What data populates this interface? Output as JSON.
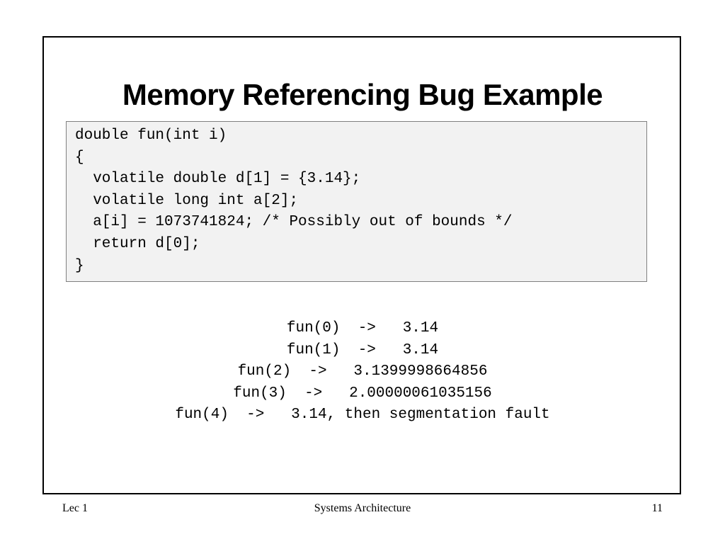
{
  "slide": {
    "title": "Memory Referencing Bug Example",
    "code_lines": [
      "double fun(int i)",
      "{",
      "  volatile double d[1] = {3.14};",
      "  volatile long int a[2];",
      "  a[i] = 1073741824; /* Possibly out of bounds */",
      "  return d[0];",
      "}"
    ],
    "results": [
      "fun(0)  ->   3.14",
      "fun(1)  ->   3.14",
      "fun(2)  ->   3.1399998664856",
      "fun(3)  ->   2.00000061035156",
      "fun(4)  ->   3.14, then segmentation fault"
    ]
  },
  "footer": {
    "left": "Lec 1",
    "center": "Systems Architecture",
    "right": "11"
  }
}
